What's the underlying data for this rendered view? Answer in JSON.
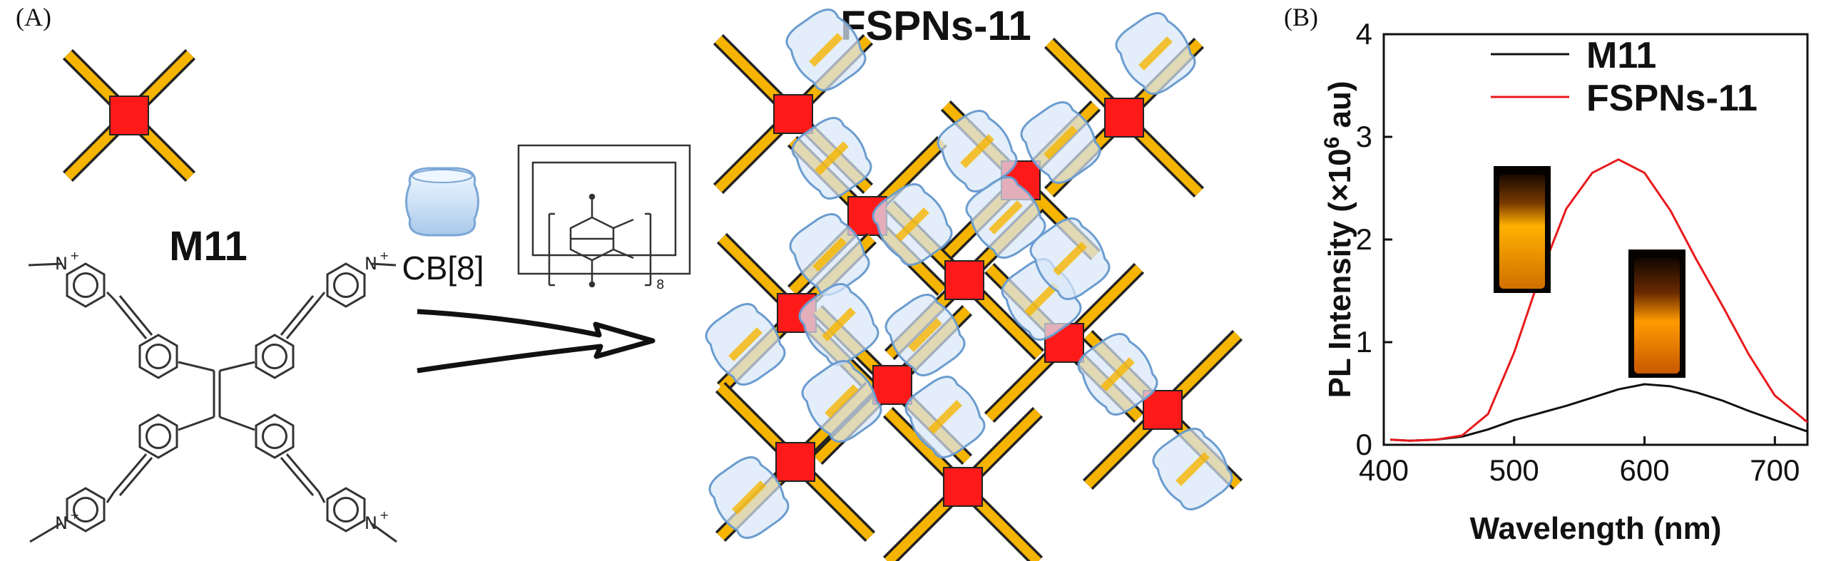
{
  "figure": {
    "panel_a_label": "(A)",
    "panel_b_label": "(B)",
    "monomer_label": "M11",
    "host_label": "CB[8]",
    "network_title": "FSPNs-11",
    "host_structure_subscript": "8",
    "nitrogen_symbol": "N",
    "charge_symbol": "+",
    "colors": {
      "arm": "#f5b400",
      "core": "#ff1a1a",
      "cb_fill": "#d8e8f8",
      "cb_stroke": "#6b9ccf",
      "line_m11": "#111111",
      "line_fspns": "#e8191c",
      "vial_glow": "#f2a400"
    }
  },
  "chart_data": {
    "type": "line",
    "xlabel": "Wavelength (nm)",
    "ylabel_prefix": "PL Intensity (×10",
    "ylabel_exp": "6",
    "ylabel_suffix": " au)",
    "xlim": [
      400,
      725
    ],
    "ylim": [
      0,
      4
    ],
    "xticks": [
      400,
      500,
      600,
      700
    ],
    "yticks": [
      0,
      1,
      2,
      3,
      4
    ],
    "legend_position": "top-center",
    "x": [
      405,
      420,
      440,
      460,
      480,
      500,
      520,
      540,
      560,
      580,
      600,
      620,
      640,
      660,
      680,
      700,
      725
    ],
    "series": [
      {
        "name": "M11",
        "color": "#111111",
        "values": [
          0.05,
          0.04,
          0.05,
          0.08,
          0.15,
          0.24,
          0.31,
          0.38,
          0.46,
          0.54,
          0.59,
          0.57,
          0.51,
          0.43,
          0.33,
          0.24,
          0.13
        ]
      },
      {
        "name": "FSPNs-11",
        "color": "#e8191c",
        "values": [
          0.05,
          0.04,
          0.05,
          0.09,
          0.3,
          0.9,
          1.65,
          2.3,
          2.65,
          2.78,
          2.65,
          2.28,
          1.8,
          1.35,
          0.88,
          0.48,
          0.22
        ]
      }
    ]
  }
}
